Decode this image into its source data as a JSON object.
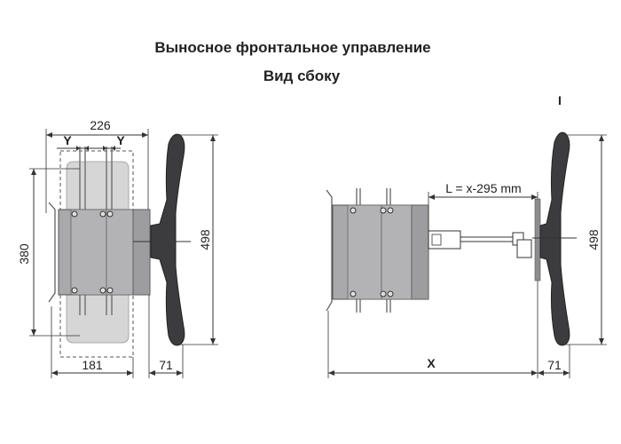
{
  "header": {
    "title": "Выносное фронтальное управление",
    "subtitle": "Вид сбоку"
  },
  "left_view": {
    "dim_top_width": "226",
    "y_left": "Y",
    "y_right": "Y",
    "dim_height_left": "380",
    "dim_height_right": "498",
    "dim_bottom_body": "181",
    "dim_bottom_handle": "71"
  },
  "right_view": {
    "position_mark": "I",
    "shaft_length": "L = x-295 mm",
    "dim_height_right": "498",
    "dim_total": "X",
    "dim_bottom_handle": "71"
  },
  "colors": {
    "body_fill": "#a9a9ab",
    "body_dark": "#8c8c8f",
    "handle": "#3c3c3e",
    "phantom_fill": "#d6d6d7",
    "line": "#333333"
  }
}
